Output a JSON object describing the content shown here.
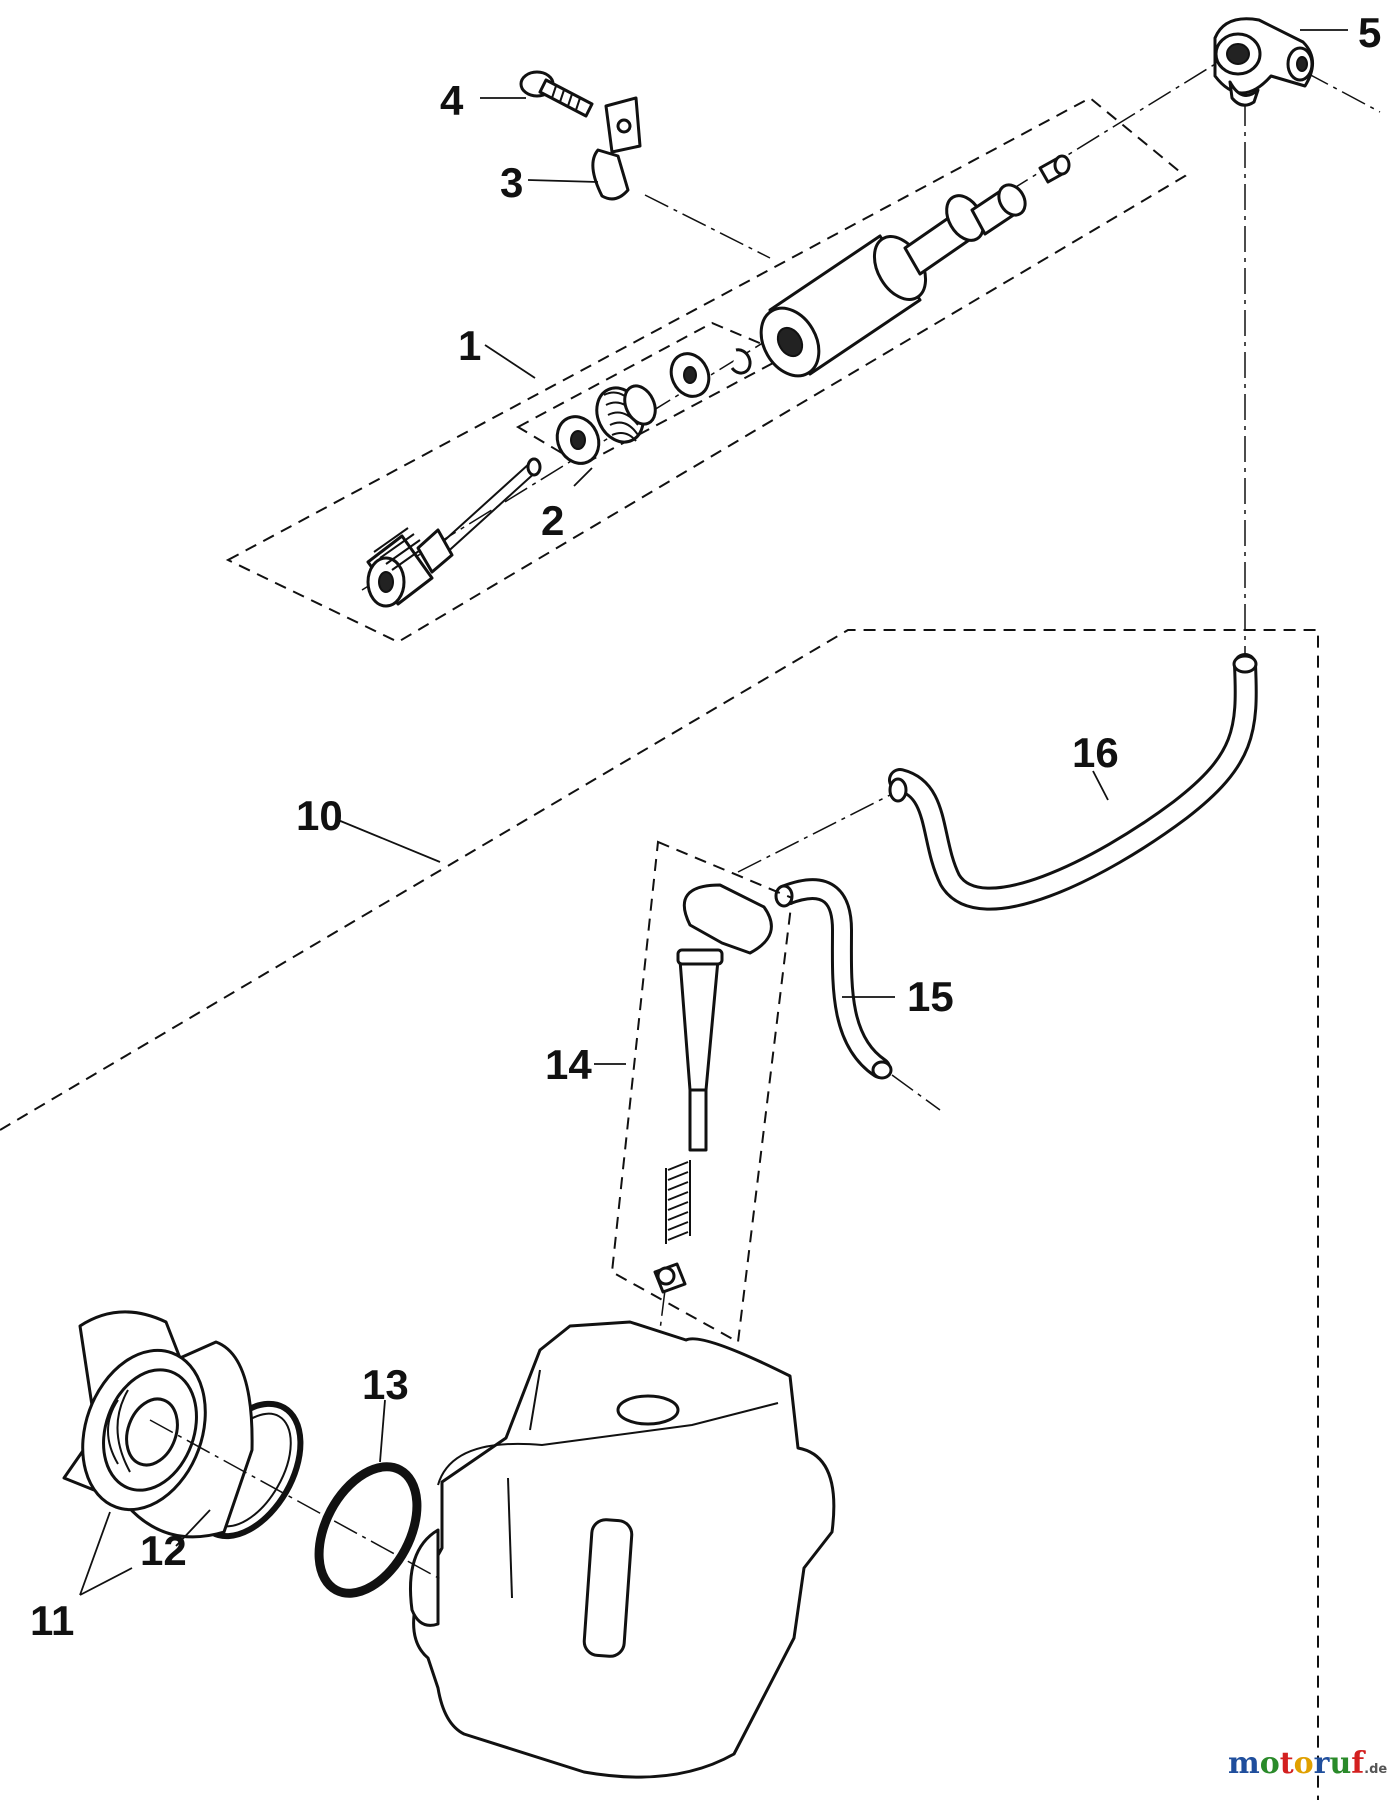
{
  "diagram": {
    "callouts": [
      {
        "id": "c1",
        "label": "1"
      },
      {
        "id": "c2",
        "label": "2"
      },
      {
        "id": "c3",
        "label": "3"
      },
      {
        "id": "c4",
        "label": "4"
      },
      {
        "id": "c5",
        "label": "5"
      },
      {
        "id": "c10",
        "label": "10"
      },
      {
        "id": "c11",
        "label": "11"
      },
      {
        "id": "c12",
        "label": "12"
      },
      {
        "id": "c13",
        "label": "13"
      },
      {
        "id": "c14",
        "label": "14"
      },
      {
        "id": "c15",
        "label": "15"
      },
      {
        "id": "c16",
        "label": "16"
      }
    ],
    "watermark": {
      "letters": [
        "m",
        "o",
        "t",
        "o",
        "r",
        "u",
        "f"
      ],
      "suffix": ".de",
      "colors": [
        "#1f4e9c",
        "#2a8a2a",
        "#d32020",
        "#e0a000",
        "#1f4e9c",
        "#2a8a2a",
        "#d32020"
      ]
    }
  }
}
